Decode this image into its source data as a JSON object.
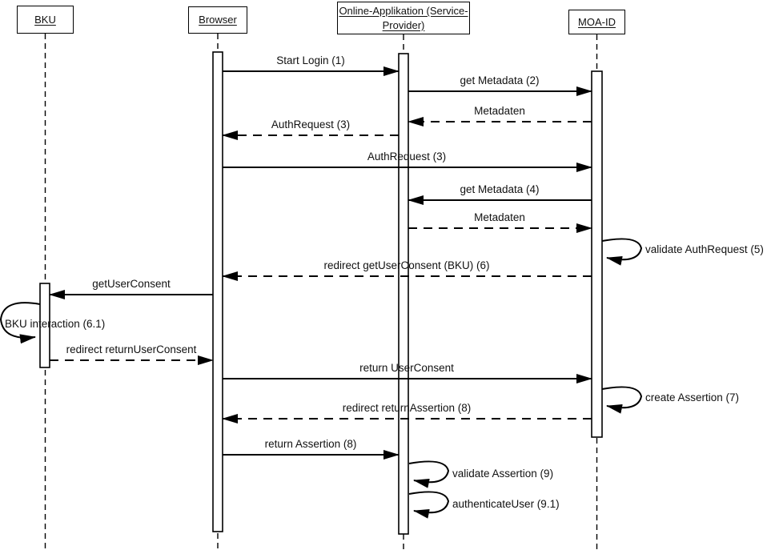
{
  "diagram_type": "uml-sequence-diagram",
  "colors": {
    "background": "#ffffff",
    "line": "#000000",
    "text": "#111111"
  },
  "actors": [
    {
      "label": "BKU"
    },
    {
      "label": "Browser"
    },
    {
      "label_line1": "Online-Applikation (Service-",
      "label_line2": "Provider)"
    },
    {
      "label": "MOA-ID"
    }
  ],
  "messages": [
    {
      "label": "Start Login (1)",
      "from": "Browser",
      "to": "Online-Applikation (Service-Provider)",
      "line": "solid"
    },
    {
      "label": "get Metadata (2)",
      "from": "Online-Applikation (Service-Provider)",
      "to": "MOA-ID",
      "line": "solid"
    },
    {
      "label": "Metadaten",
      "from": "MOA-ID",
      "to": "Online-Applikation (Service-Provider)",
      "line": "dashed"
    },
    {
      "label": "AuthRequest (3)",
      "from": "Online-Applikation (Service-Provider)",
      "to": "Browser",
      "line": "dashed"
    },
    {
      "label": "AuthRequest (3)",
      "from": "Browser",
      "to": "MOA-ID",
      "line": "solid"
    },
    {
      "label": "get Metadata (4)",
      "from": "MOA-ID",
      "to": "Online-Applikation (Service-Provider)",
      "line": "solid"
    },
    {
      "label": "Metadaten",
      "from": "Online-Applikation (Service-Provider)",
      "to": "MOA-ID",
      "line": "dashed"
    },
    {
      "label": "redirect getUserConsent (BKU) (6)",
      "from": "MOA-ID",
      "to": "Browser",
      "line": "dashed"
    },
    {
      "label": "getUserConsent",
      "from": "Browser",
      "to": "BKU",
      "line": "solid"
    },
    {
      "label": "redirect returnUserConsent",
      "from": "BKU",
      "to": "Browser",
      "line": "dashed"
    },
    {
      "label": "return UserConsent",
      "from": "Browser",
      "to": "MOA-ID",
      "line": "solid"
    },
    {
      "label": "redirect returnAssertion (8)",
      "from": "MOA-ID",
      "to": "Browser",
      "line": "dashed"
    },
    {
      "label": "return Assertion (8)",
      "from": "Browser",
      "to": "Online-Applikation (Service-Provider)",
      "line": "solid"
    }
  ],
  "self_messages": [
    {
      "label": "validate AuthRequest (5)",
      "actor": "MOA-ID"
    },
    {
      "label": "BKU interaction (6.1)",
      "actor": "BKU"
    },
    {
      "label": "create Assertion (7)",
      "actor": "MOA-ID"
    },
    {
      "label": "validate Assertion (9)",
      "actor": "Online-Applikation (Service-Provider)"
    },
    {
      "label": "authenticateUser (9.1)",
      "actor": "Online-Applikation (Service-Provider)"
    }
  ]
}
